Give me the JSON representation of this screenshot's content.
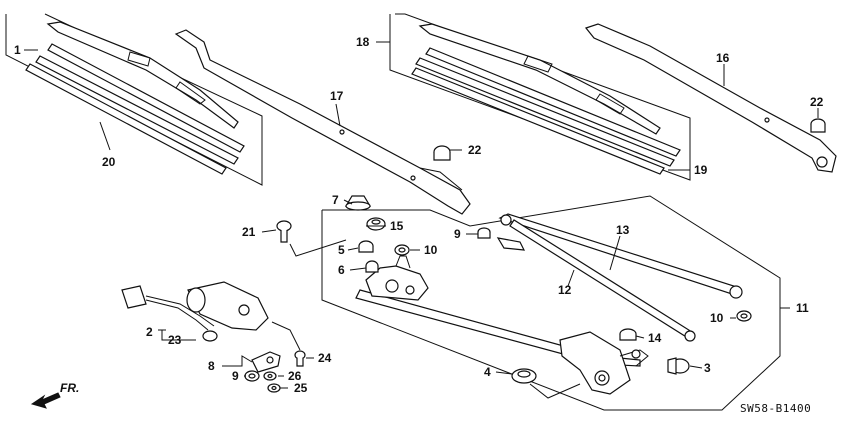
{
  "diagram": {
    "callouts": [
      "1",
      "2",
      "3",
      "4",
      "5",
      "6",
      "7",
      "8",
      "9",
      "10",
      "11",
      "12",
      "13",
      "14",
      "15",
      "16",
      "17",
      "18",
      "19",
      "20",
      "21",
      "22",
      "23",
      "24",
      "25",
      "26"
    ],
    "diagram_code": "SW58-B1400",
    "direction_label": "FR."
  }
}
